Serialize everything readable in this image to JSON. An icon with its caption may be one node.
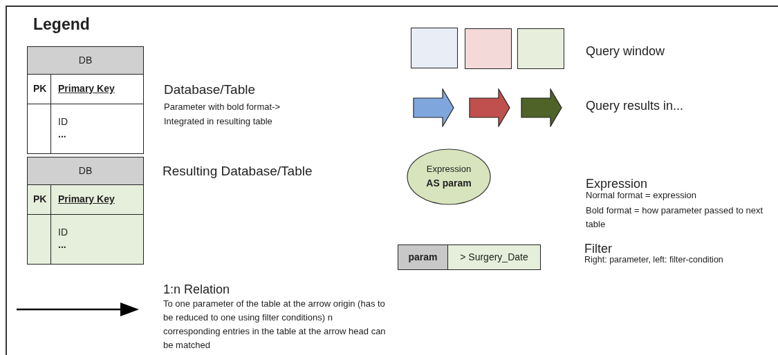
{
  "diagram": {
    "title": "Legend",
    "nodes": [
      {
        "text": [
          "DB",
          "PK",
          "Primary Key",
          "ID",
          "..."
        ]
      },
      {
        "text": [
          "DB",
          "PK",
          "Primary Key",
          "ID",
          "..."
        ]
      },
      {
        "text": [
          "Expression",
          "AS param"
        ]
      },
      {
        "text": [
          "param",
          "> Surgery_Date"
        ]
      }
    ],
    "labels": [
      "Database/Table",
      "Parameter with bold format-> Integrated in resulting table",
      "Resulting Database/Table",
      "Query window",
      "Query results in...",
      "Expression",
      "Normal format = expression",
      "Bold format = how parameter passed to next table",
      "Filter",
      "Right: parameter, left: filter-condition",
      "1:n Relation",
      "To one parameter of the table at the arrow origin (has to be reduced to one using filter conditions) n corresponding entries in the table at the arrow head can be matched"
    ]
  }
}
